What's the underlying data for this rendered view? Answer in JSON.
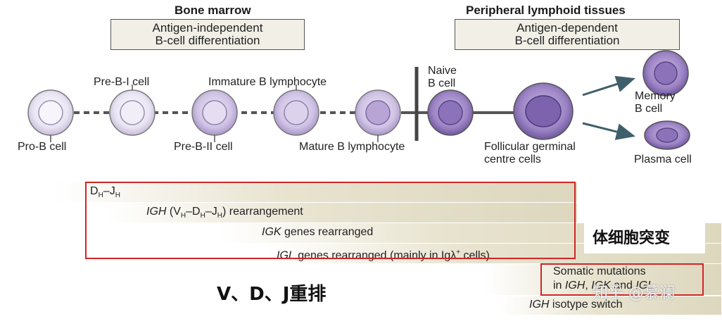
{
  "headers": {
    "left": "Bone marrow",
    "right": "Peripheral lymphoid tissues"
  },
  "boxes": {
    "left_line1": "Antigen-independent",
    "left_line2": "B-cell differentiation",
    "right_line1": "Antigen-dependent",
    "right_line2": "B-cell differentiation"
  },
  "cells": {
    "pro_b": "Pro-B cell",
    "pre_b_i": "Pre-B-I cell",
    "pre_b_ii": "Pre-B-II cell",
    "immature": "Immature B lymphocyte",
    "mature": "Mature B lymphocyte",
    "naive_1": "Naive",
    "naive_2": "B cell",
    "follicular_1": "Follicular germinal",
    "follicular_2": "centre cells",
    "memory_1": "Memory",
    "memory_2": "B cell",
    "plasma": "Plasma cell"
  },
  "bands": {
    "dh_d": "D",
    "dh_sub1": "H",
    "dh_dash": "–J",
    "dh_sub2": "H",
    "igh_italic": "IGH",
    "igh_rest": "(V",
    "igh_sub1": "H",
    "igh_d": "–D",
    "igh_sub2": "H",
    "igh_j": "–J",
    "igh_sub3": "H",
    "igh_tail": ") rearrangement",
    "igk_italic": "IGK",
    "igk_rest": " genes rearranged",
    "igl_italic": "IGL",
    "igl_rest": " genes rearranged (mainly in Igλ",
    "igl_sup": "+",
    "igl_tail": " cells)",
    "somatic_1": "Somatic mutations",
    "somatic_2_pre": "in ",
    "somatic_2_igh": "IGH",
    "somatic_2_mid": ", ",
    "somatic_2_igk": "IGK",
    "somatic_2_and": " and ",
    "somatic_2_igl": "IGL",
    "isotype_italic": "IGH",
    "isotype_rest": " isotype switch"
  },
  "annotations": {
    "somatic_cn": "体细胞突变",
    "vdj_cn": "V、D、J重排",
    "watermark": "知乎 @慕澜"
  },
  "colors": {
    "red_box": "#d02626",
    "cell_purple": "#8a6fb0",
    "band_beige": "#ddd7be"
  }
}
